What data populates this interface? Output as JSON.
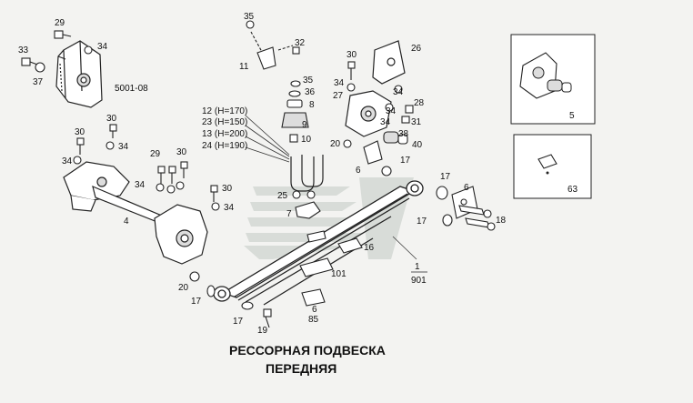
{
  "title": {
    "line1": "РЕССОРНАЯ ПОДВЕСКА",
    "line2": "ПЕРЕДНЯЯ"
  },
  "group_code": "5001-08",
  "u_bolt_table": [
    "12 (H=170)",
    "23 (H=150)",
    "13 (H=200)",
    "24 (H=190)"
  ],
  "callouts": {
    "p1": "1",
    "p901": "901",
    "p4": "4",
    "p5": "5",
    "p6a": "6",
    "p6b": "6",
    "p6c": "6",
    "p7": "7",
    "p8": "8",
    "p9": "9",
    "p10": "10",
    "p11": "11",
    "p16": "16",
    "p17a": "17",
    "p17b": "17",
    "p17c": "17",
    "p17d": "17",
    "p17e": "17",
    "p18": "18",
    "p19": "19",
    "p20a": "20",
    "p20b": "20",
    "p25": "25",
    "p26": "26",
    "p27": "27",
    "p28": "28",
    "p29a": "29",
    "p29b": "29",
    "p30a": "30",
    "p30b": "30",
    "p30c": "30",
    "p30d": "30",
    "p30e": "30",
    "p31": "31",
    "p32": "32",
    "p33": "33",
    "p34a": "34",
    "p34b": "34",
    "p34c": "34",
    "p34d": "34",
    "p34e": "34",
    "p34f": "34",
    "p34g": "34",
    "p34h": "34",
    "p34i": "34",
    "p35a": "35",
    "p35b": "35",
    "p36": "36",
    "p37": "37",
    "p38": "38",
    "p40": "40",
    "p63": "63",
    "p85": "85",
    "p101": "101"
  }
}
